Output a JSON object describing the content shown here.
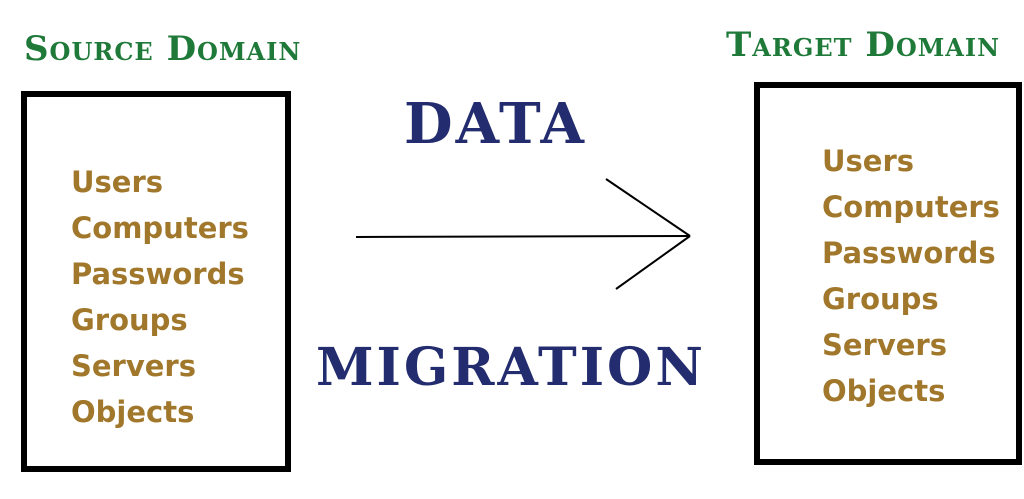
{
  "source": {
    "title": "Source Domain",
    "items": [
      "Users",
      "Computers",
      "Passwords",
      "Groups",
      "Servers",
      "Objects"
    ]
  },
  "target": {
    "title": "Target Domain",
    "items": [
      "Users",
      "Computers",
      "Passwords",
      "Groups",
      "Servers",
      "Objects"
    ]
  },
  "process": {
    "word_top": "DATA",
    "word_bottom": "MIGRATION"
  },
  "colors": {
    "title_green": "#1f7a3a",
    "item_gold": "#a0772b",
    "process_navy": "#232c6e",
    "box_border": "#000000",
    "arrow": "#000000"
  }
}
